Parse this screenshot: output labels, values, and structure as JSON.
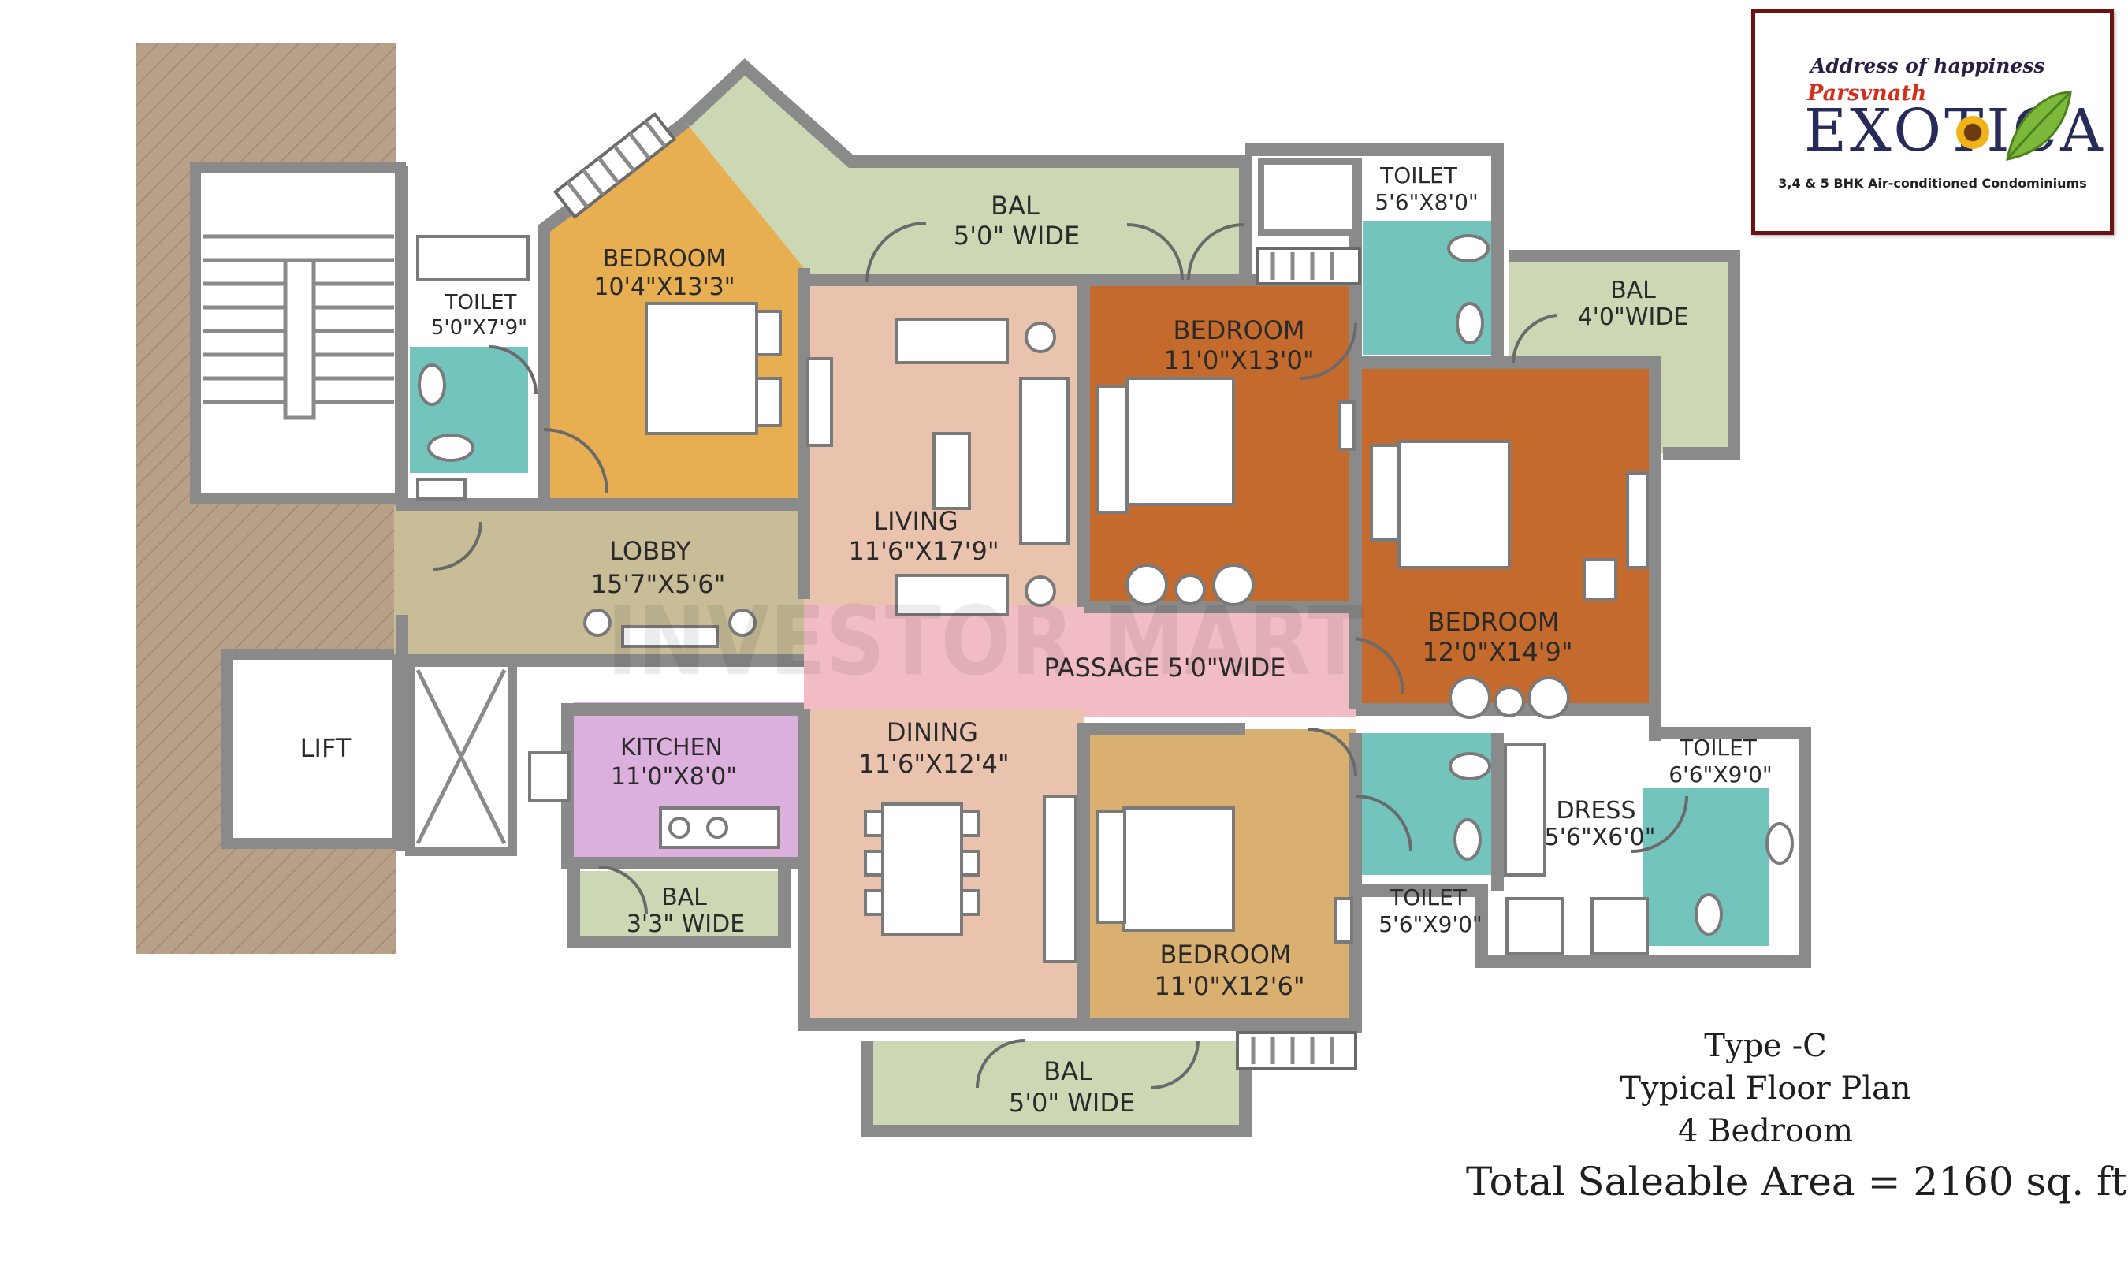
{
  "logo": {
    "tagline": "Address of happiness",
    "brand": "Parsvnath",
    "name": "EXOTICA",
    "subtitle": "3,4 & 5 BHK Air-conditioned Condominiums"
  },
  "rooms": {
    "bedroom_1": {
      "name": "BEDROOM",
      "size": "10'4\"X13'3\""
    },
    "toilet_1": {
      "name": "TOILET",
      "size": "5'0\"X7'9\""
    },
    "bal_top": {
      "name": "BAL",
      "size": "5'0\" WIDE"
    },
    "toilet_2": {
      "name": "TOILET",
      "size": "5'6\"X8'0\""
    },
    "bedroom_2": {
      "name": "BEDROOM",
      "size": "11'0\"X13'0\""
    },
    "bal_right": {
      "name": "BAL",
      "size": "4'0\"WIDE"
    },
    "living": {
      "name": "LIVING",
      "size": "11'6\"X17'9\""
    },
    "lobby": {
      "name": "LOBBY",
      "size": "15'7\"X5'6\""
    },
    "bedroom_3": {
      "name": "BEDROOM",
      "size": "12'0\"X14'9\""
    },
    "passage": {
      "name": "PASSAGE 5'0\"WIDE"
    },
    "lift": {
      "name": "LIFT"
    },
    "kitchen": {
      "name": "KITCHEN",
      "size": "11'0\"X8'0\""
    },
    "dining": {
      "name": "DINING",
      "size": "11'6\"X12'4\""
    },
    "toilet_3": {
      "name": "TOILET",
      "size": "6'6\"X9'0\""
    },
    "dress": {
      "name": "DRESS",
      "size": "5'6\"X6'0\""
    },
    "bal_kitchen": {
      "name": "BAL",
      "size": "3'3\" WIDE"
    },
    "toilet_4": {
      "name": "TOILET",
      "size": "5'6\"X9'0\""
    },
    "bedroom_4": {
      "name": "BEDROOM",
      "size": "11'0\"X12'6\""
    },
    "bal_bottom": {
      "name": "BAL",
      "size": "5'0\" WIDE"
    }
  },
  "watermark": "INVESTOR MART",
  "caption": {
    "type": "Type -C",
    "plan": "Typical Floor Plan",
    "bedrooms": "4 Bedroom",
    "area": "Total Saleable Area = 2160 sq. ft."
  },
  "colors": {
    "living": "#e9c3ad",
    "lobby": "#c8bd97",
    "balcony": "#ccd8b4",
    "bedroom_yellow": "#e8ae52",
    "bedroom_orange": "#c46a2c",
    "bedroom_beige": "#d9b070",
    "toilet": "#74c4be",
    "kitchen": "#dcb0dc",
    "passage": "#f2bcc4",
    "terrace": "#b89e86"
  }
}
